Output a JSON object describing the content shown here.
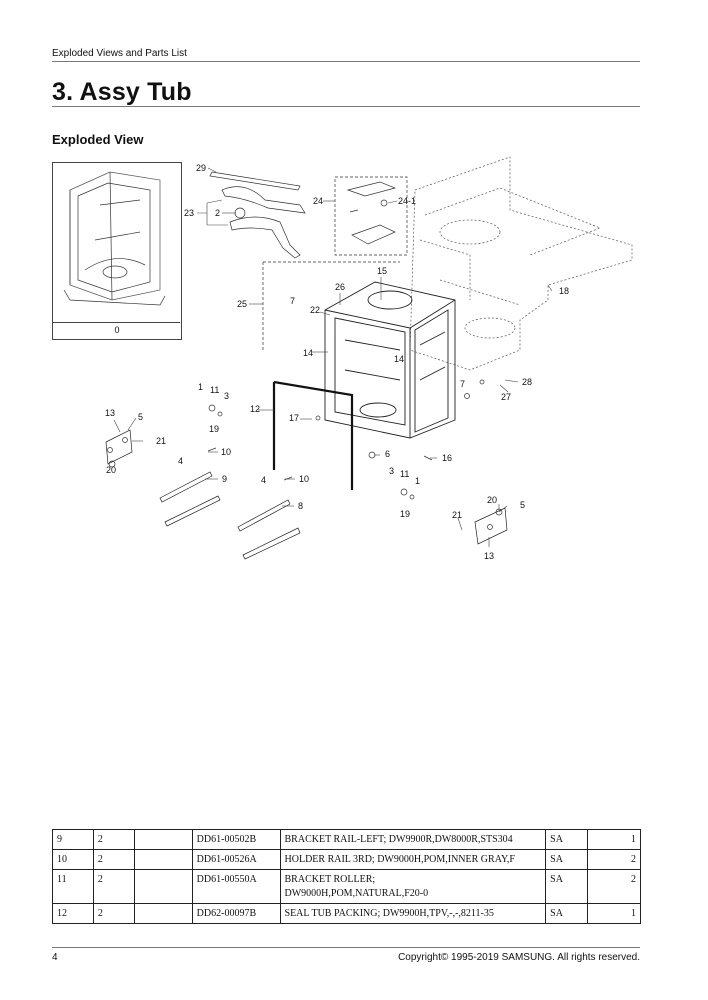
{
  "header": {
    "running_head": "Exploded Views and Parts List"
  },
  "section": {
    "title": "3.  Assy Tub",
    "subtitle": "Exploded View"
  },
  "diagram": {
    "inset_label": "0",
    "callouts": [
      "29",
      "24",
      "24-1",
      "23",
      "2",
      "15",
      "18",
      "26",
      "25",
      "7",
      "22",
      "14",
      "14",
      "1",
      "11",
      "3",
      "19",
      "12",
      "17",
      "13",
      "5",
      "21",
      "20",
      "10",
      "4",
      "9",
      "4",
      "10",
      "8",
      "6",
      "16",
      "3",
      "11",
      "1",
      "19",
      "7",
      "28",
      "27",
      "20",
      "5",
      "21",
      "13"
    ]
  },
  "parts_table": {
    "rows": [
      {
        "no": "9",
        "level": "2",
        "blank": "",
        "code": "DD61-00502B",
        "desc": [
          "BRACKET RAIL-LEFT; DW9900R,DW8000R,STS304"
        ],
        "sa": "SA",
        "qty": "1"
      },
      {
        "no": "10",
        "level": "2",
        "blank": "",
        "code": "DD61-00526A",
        "desc": [
          "HOLDER RAIL 3RD; DW9000H,POM,INNER GRAY,F"
        ],
        "sa": "SA",
        "qty": "2"
      },
      {
        "no": "11",
        "level": "2",
        "blank": "",
        "code": "DD61-00550A",
        "desc": [
          "BRACKET  ROLLER;",
          "DW9000H,POM,NATURAL,F20-0"
        ],
        "sa": "SA",
        "qty": "2"
      },
      {
        "no": "12",
        "level": "2",
        "blank": "",
        "code": "DD62-00097B",
        "desc": [
          "SEAL TUB PACKING; DW9900H,TPV,-,-,8211-35"
        ],
        "sa": "SA",
        "qty": "1"
      }
    ]
  },
  "footer": {
    "page_number": "4",
    "copyright": "Copyright© 1995-2019 SAMSUNG. All rights reserved."
  }
}
